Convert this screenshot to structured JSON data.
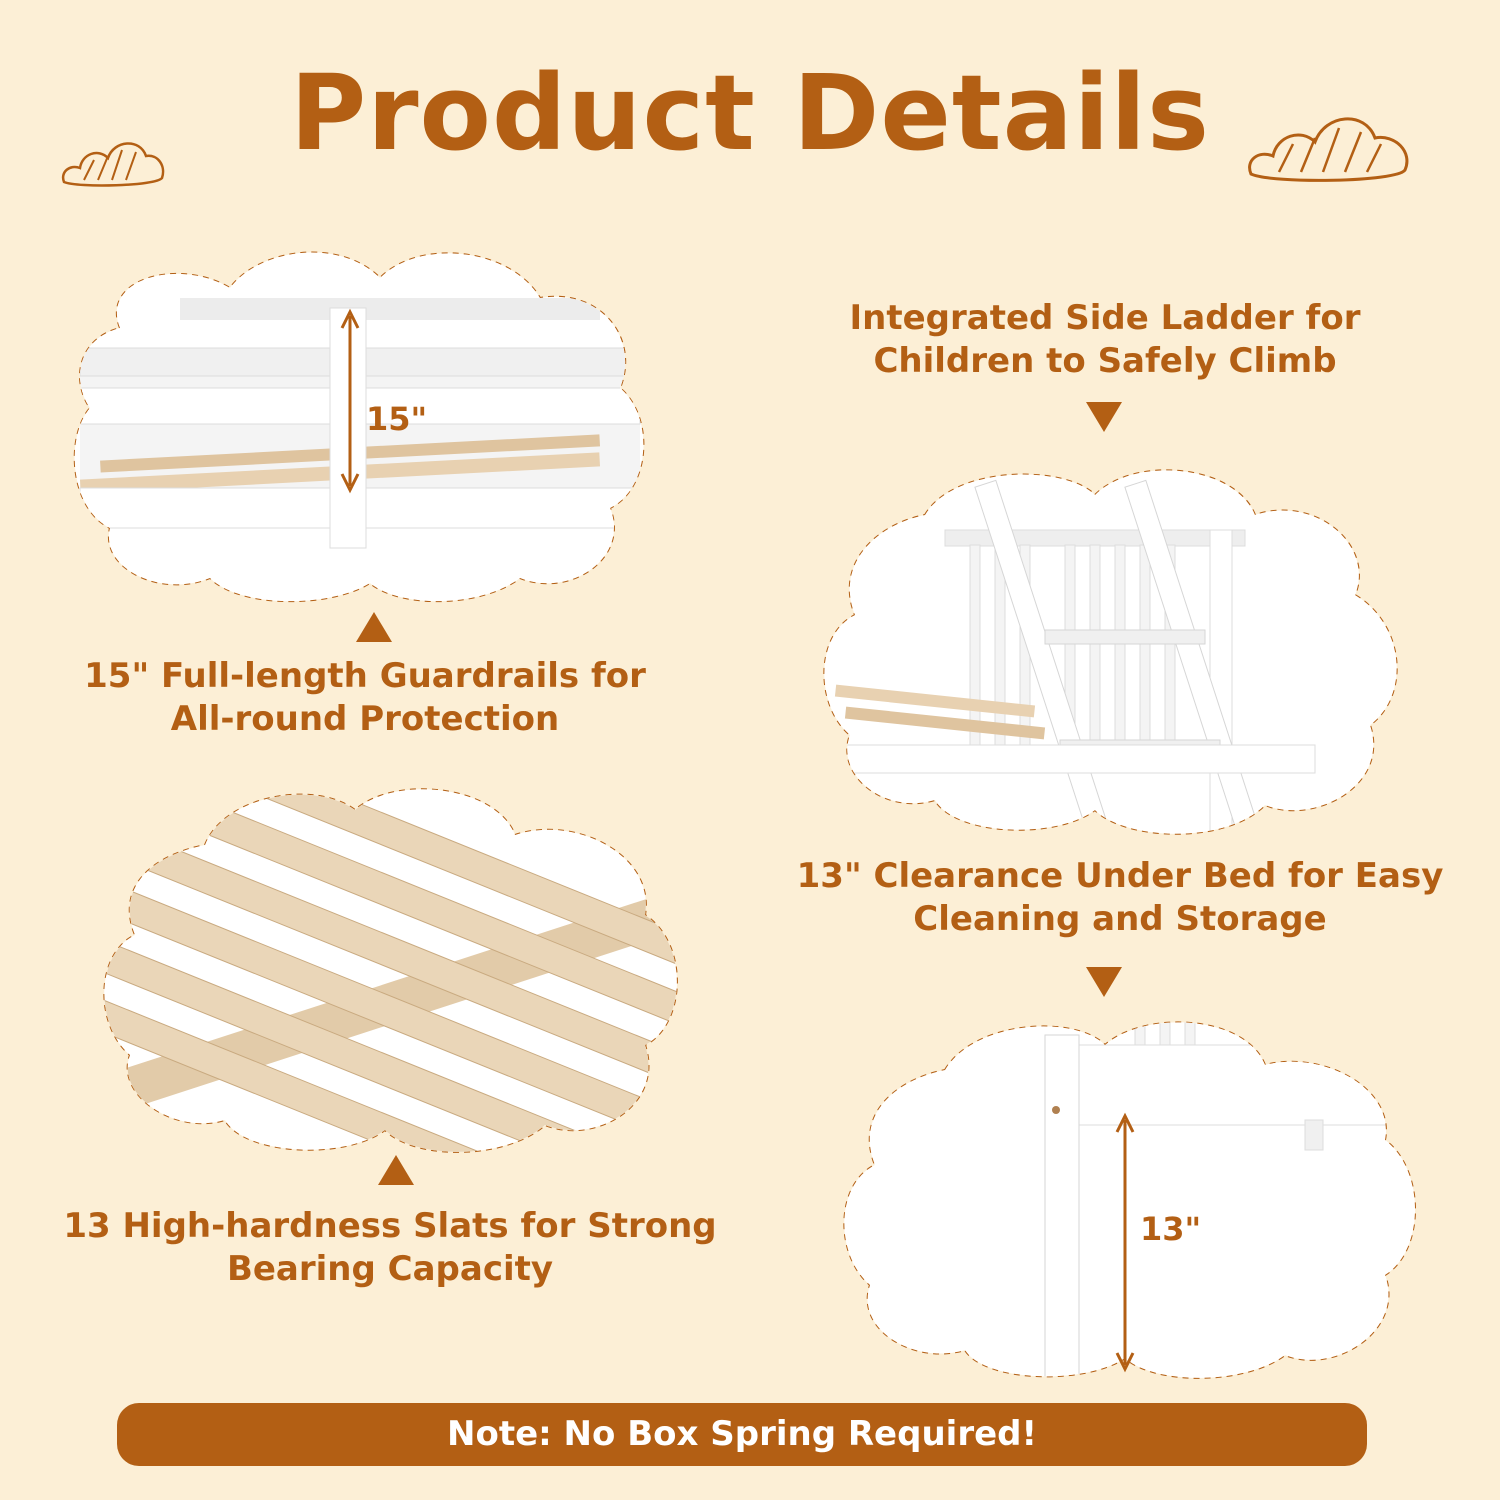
{
  "header": {
    "title": "Product Details"
  },
  "features": [
    {
      "line1": "15\" Full-length Guardrails for",
      "line2": "All-round Protection",
      "measure": "15\""
    },
    {
      "line1": "Integrated Side Ladder for",
      "line2": "Children to Safely Climb"
    },
    {
      "line1": "13 High-hardness Slats for Strong",
      "line2": "Bearing Capacity"
    },
    {
      "line1": "13\" Clearance Under Bed for Easy",
      "line2": "Cleaning and Storage",
      "measure": "13\""
    }
  ],
  "footer": {
    "note": "Note: No Box Spring Required!"
  },
  "colors": {
    "accent": "#b35f14",
    "background": "#fcefd6",
    "photo_bg": "#ffffff",
    "wood": "#e8d1b1"
  },
  "icons": [
    "cloud-doodle-icon",
    "triangle-pointer-icon",
    "double-arrow-icon"
  ]
}
